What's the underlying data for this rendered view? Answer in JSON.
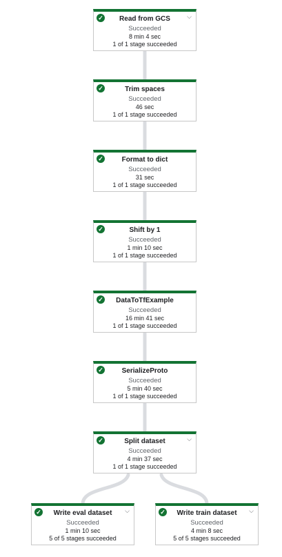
{
  "steps": [
    {
      "title": "Read from GCS",
      "status": "Succeeded",
      "duration": "8 min 4 sec",
      "stages": "1 of 1 stage succeeded"
    },
    {
      "title": "Trim spaces",
      "status": "Succeeded",
      "duration": "46 sec",
      "stages": "1 of 1 stage succeeded"
    },
    {
      "title": "Format to dict",
      "status": "Succeeded",
      "duration": "31 sec",
      "stages": "1 of 1 stage succeeded"
    },
    {
      "title": "Shift by 1",
      "status": "Succeeded",
      "duration": "1 min 10 sec",
      "stages": "1 of 1 stage succeeded"
    },
    {
      "title": "DataToTfExample",
      "status": "Succeeded",
      "duration": "16 min 41 sec",
      "stages": "1 of 1 stage succeeded"
    },
    {
      "title": "SerializeProto",
      "status": "Succeeded",
      "duration": "5 min 40 sec",
      "stages": "1 of 1 stage succeeded"
    },
    {
      "title": "Split dataset",
      "status": "Succeeded",
      "duration": "4 min 37 sec",
      "stages": "1 of 1 stage succeeded"
    },
    {
      "title": "Write eval dataset",
      "status": "Succeeded",
      "duration": "1 min 10 sec",
      "stages": "5 of 5 stages succeeded"
    },
    {
      "title": "Write train dataset",
      "status": "Succeeded",
      "duration": "4 min 8 sec",
      "stages": "5 of 5 stages succeeded"
    }
  ],
  "icons": {
    "status": "check-circle",
    "expand": "chevron-down"
  },
  "colors": {
    "success": "#137333",
    "edge": "#dadce0",
    "border": "#c7c7c7"
  }
}
